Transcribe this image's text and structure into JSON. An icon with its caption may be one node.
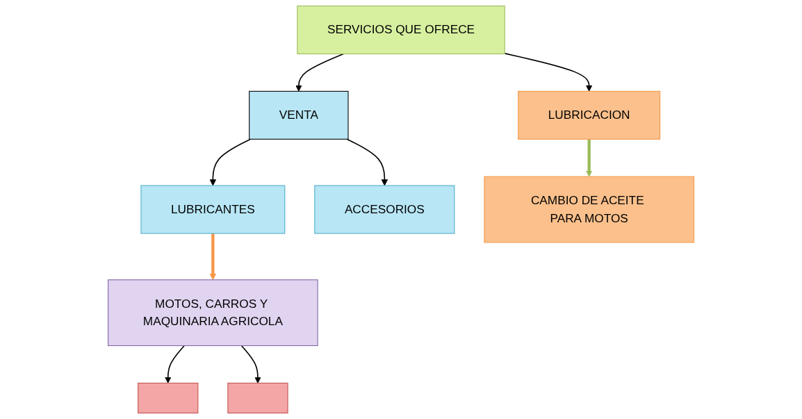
{
  "diagram": {
    "nodes": [
      {
        "text": [
          "SERVICIOS QUE OFRECE"
        ]
      },
      {
        "text": [
          "VENTA"
        ]
      },
      {
        "text": [
          "LUBRICACION"
        ]
      },
      {
        "text": [
          "LUBRICANTES"
        ]
      },
      {
        "text": [
          "ACCESORIOS"
        ]
      },
      {
        "text": [
          "MOTOS, CARROS Y MAQUINARIA AGRICOLA"
        ]
      },
      {
        "text": [],
        "shape": "box"
      },
      {
        "text": [],
        "shape": "box"
      },
      {
        "text": [
          "CAMBIO DE ACEITE PARA MOTOS"
        ]
      }
    ],
    "edges": [
      {
        "from": 0,
        "to": 1,
        "arrow": "to"
      },
      {
        "from": 0,
        "to": 2,
        "arrow": "to"
      },
      {
        "from": 1,
        "to": 3,
        "arrow": "to"
      },
      {
        "from": 1,
        "to": 4,
        "arrow": "to"
      },
      {
        "from": 3,
        "to": 5,
        "arrow": "to",
        "style": "thick",
        "color": "#f79646"
      },
      {
        "from": 5,
        "to": 6,
        "arrow": "to"
      },
      {
        "from": 5,
        "to": 7,
        "arrow": "to"
      },
      {
        "from": 2,
        "to": 8,
        "arrow": "to",
        "style": "thick",
        "color": "#9bbb59"
      }
    ]
  }
}
